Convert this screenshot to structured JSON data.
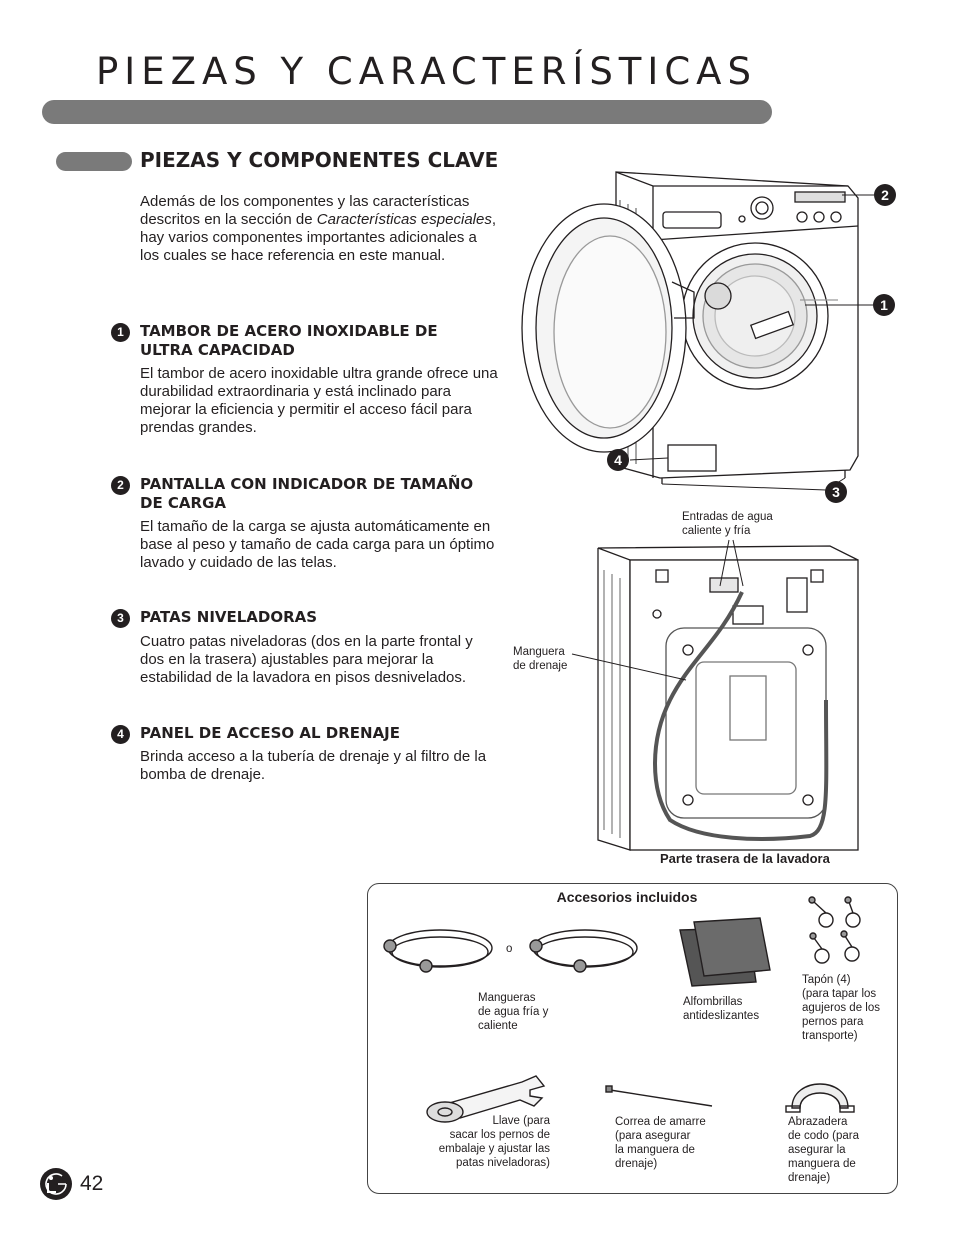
{
  "header": {
    "title": "PIEZAS Y CARACTERÍSTICAS"
  },
  "section": {
    "heading": "PIEZAS Y COMPONENTES CLAVE",
    "intro_before": "Además de los componentes y las características descritos en la sección de ",
    "intro_italic": "Características especiales",
    "intro_after": ", hay varios componentes importantes adicionales a los cuales se hace referencia en este manual."
  },
  "items": [
    {
      "num": "1",
      "title": "TAMBOR DE ACERO INOXIDABLE DE ULTRA CAPACIDAD",
      "body": "El tambor de acero inoxidable ultra grande ofrece una durabilidad extraordinaria y está inclinado para mejorar la eficiencia y permitir el acceso fácil para prendas grandes."
    },
    {
      "num": "2",
      "title": "PANTALLA CON INDICADOR DE TAMAÑO DE CARGA",
      "body": "El tamaño de la carga se ajusta automáticamente en base al peso y tamaño de cada carga para un óptimo lavado y cuidado de las telas."
    },
    {
      "num": "3",
      "title": "PATAS NIVELADORAS",
      "body": "Cuatro patas niveladoras (dos en la parte frontal y dos en la trasera) ajustables para mejorar la estabilidad de la lavadora en pisos desnivelados."
    },
    {
      "num": "4",
      "title": "PANEL DE ACCESO AL DRENAJE",
      "body": "Brinda acceso a la tubería de drenaje y al filtro de la bomba de drenaje."
    }
  ],
  "front_diagram": {
    "callouts": [
      "2",
      "1",
      "4",
      "3"
    ]
  },
  "back_diagram": {
    "inlets_label_1": "Entradas de agua",
    "inlets_label_2": "caliente y fría",
    "drain_label_1": "Manguera",
    "drain_label_2": "de drenaje",
    "caption": "Parte trasera de la lavadora"
  },
  "accessories": {
    "title": "Accesorios incluidos",
    "or_text": "o",
    "hoses": [
      "Mangueras",
      "de agua fría y",
      "caliente"
    ],
    "pads": [
      "Alfombrillas",
      "antideslizantes"
    ],
    "caps": [
      "Tapón (4)",
      "(para tapar los",
      "agujeros de los",
      "pernos para",
      "transporte)"
    ],
    "wrench": [
      "Llave (para",
      "sacar los pernos de",
      "embalaje y ajustar las",
      "patas niveladoras)"
    ],
    "tie": [
      "Correa de amarre",
      "(para asegurar",
      "la manguera de",
      "drenaje)"
    ],
    "elbow": [
      "Abrazadera",
      "de codo (para",
      "asegurar la",
      "manguera de",
      "drenaje)"
    ]
  },
  "footer": {
    "brand": "LG",
    "page_number": "42"
  }
}
